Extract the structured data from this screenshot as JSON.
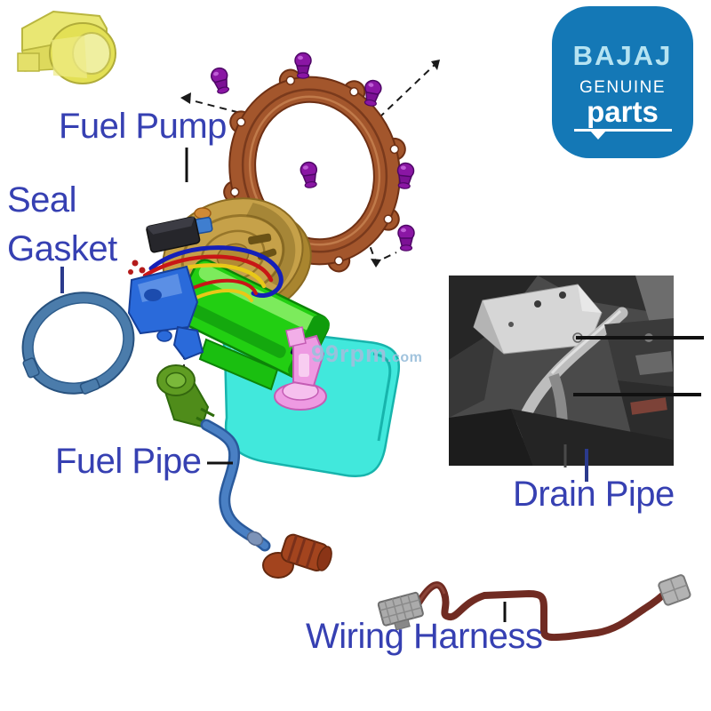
{
  "logo": {
    "brand": "BAJAJ",
    "line1": "GENUINE",
    "line2": "parts"
  },
  "watermark": {
    "name": "99rpm",
    "tld": ".com"
  },
  "labels": {
    "fuel_pump": "Fuel Pump",
    "seal_line1": "Seal",
    "seal_line2": "Gasket",
    "fuel_pipe": "Fuel Pipe",
    "drain_pipe": "Drain Pipe",
    "wiring_harness": "Wiring Harness"
  },
  "diagram": {
    "bolt_count": 6
  },
  "colors": {
    "label_text": "#3640b2",
    "logo_bg": "#1478b6",
    "logo_brand": "#b5e3f2",
    "logo_text": "#ffffff",
    "top_left_connector": "#e9e773",
    "mounting_flange": "#a3562c",
    "bolts": "#8a16a4",
    "pump_disc": "#c6a149",
    "pump_body": "#22cf12",
    "bracket": "#2a6ada",
    "reserve_plate": "#41e8dc",
    "fitting": "#ee9ae2",
    "seal_gasket": "#4b7cab",
    "fuel_pipe": "#3a72b8",
    "pipe_connector": "#a3441e",
    "wiring_harness": "#702b22",
    "watermark": "#9cc0dc"
  }
}
